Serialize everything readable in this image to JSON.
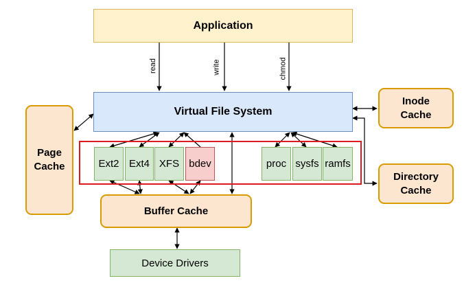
{
  "application": {
    "label": "Application"
  },
  "calls": {
    "read": "read",
    "write": "write",
    "chmod": "chmod"
  },
  "vfs": {
    "label": "Virtual File System"
  },
  "page_cache": {
    "label_line1": "Page",
    "label_line2": "Cache"
  },
  "inode_cache": {
    "label_line1": "Inode",
    "label_line2": "Cache"
  },
  "directory_cache": {
    "label_line1": "Directory",
    "label_line2": "Cache"
  },
  "filesystems": {
    "ext2": "Ext2",
    "ext4": "Ext4",
    "xfs": "XFS",
    "bdev": "bdev",
    "proc": "proc",
    "sysfs": "sysfs",
    "ramfs": "ramfs"
  },
  "buffer_cache": {
    "label": "Buffer Cache"
  },
  "device_drivers": {
    "label": "Device Drivers"
  },
  "colors": {
    "application_fill": "#fff2cc",
    "vfs_fill": "#dae8fc",
    "cache_fill": "#fde6d0",
    "cache_border": "#d79b00",
    "fs_fill": "#d5e8d4",
    "bdev_fill": "#f8cecc",
    "highlight_frame": "#e0191d"
  },
  "icons": {
    "vfs_logo": "colorful-sphere-logo-icon"
  }
}
